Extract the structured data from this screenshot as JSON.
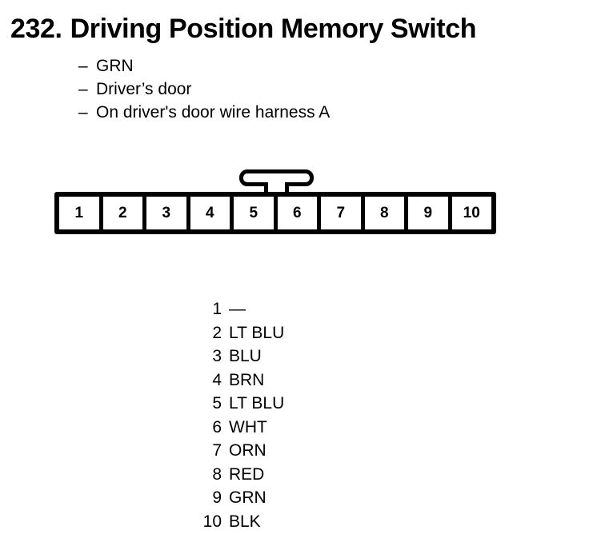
{
  "page": {
    "background_color": "#ffffff",
    "ink_color": "#000000"
  },
  "header": {
    "number": "232.",
    "title": "Driving Position Memory Switch"
  },
  "details": {
    "bullet_marker": "–",
    "items": [
      {
        "text": "GRN"
      },
      {
        "text": "Driver’s door"
      },
      {
        "text": "On driver's door wire harness A"
      }
    ]
  },
  "connector": {
    "name": "10-pin connector",
    "tab": "locking-tab",
    "tab_position_between_pins": "5-6",
    "pin_count": 10,
    "pins": [
      {
        "number": "1"
      },
      {
        "number": "2"
      },
      {
        "number": "3"
      },
      {
        "number": "4"
      },
      {
        "number": "5"
      },
      {
        "number": "6"
      },
      {
        "number": "7"
      },
      {
        "number": "8"
      },
      {
        "number": "9"
      },
      {
        "number": "10"
      }
    ]
  },
  "pin_table": {
    "rows": [
      {
        "number": "1",
        "color": "—"
      },
      {
        "number": "2",
        "color": "LT BLU"
      },
      {
        "number": "3",
        "color": "BLU"
      },
      {
        "number": "4",
        "color": "BRN"
      },
      {
        "number": "5",
        "color": "LT BLU"
      },
      {
        "number": "6",
        "color": "WHT"
      },
      {
        "number": "7",
        "color": "ORN"
      },
      {
        "number": "8",
        "color": "RED"
      },
      {
        "number": "9",
        "color": "GRN"
      },
      {
        "number": "10",
        "color": "BLK"
      }
    ]
  }
}
